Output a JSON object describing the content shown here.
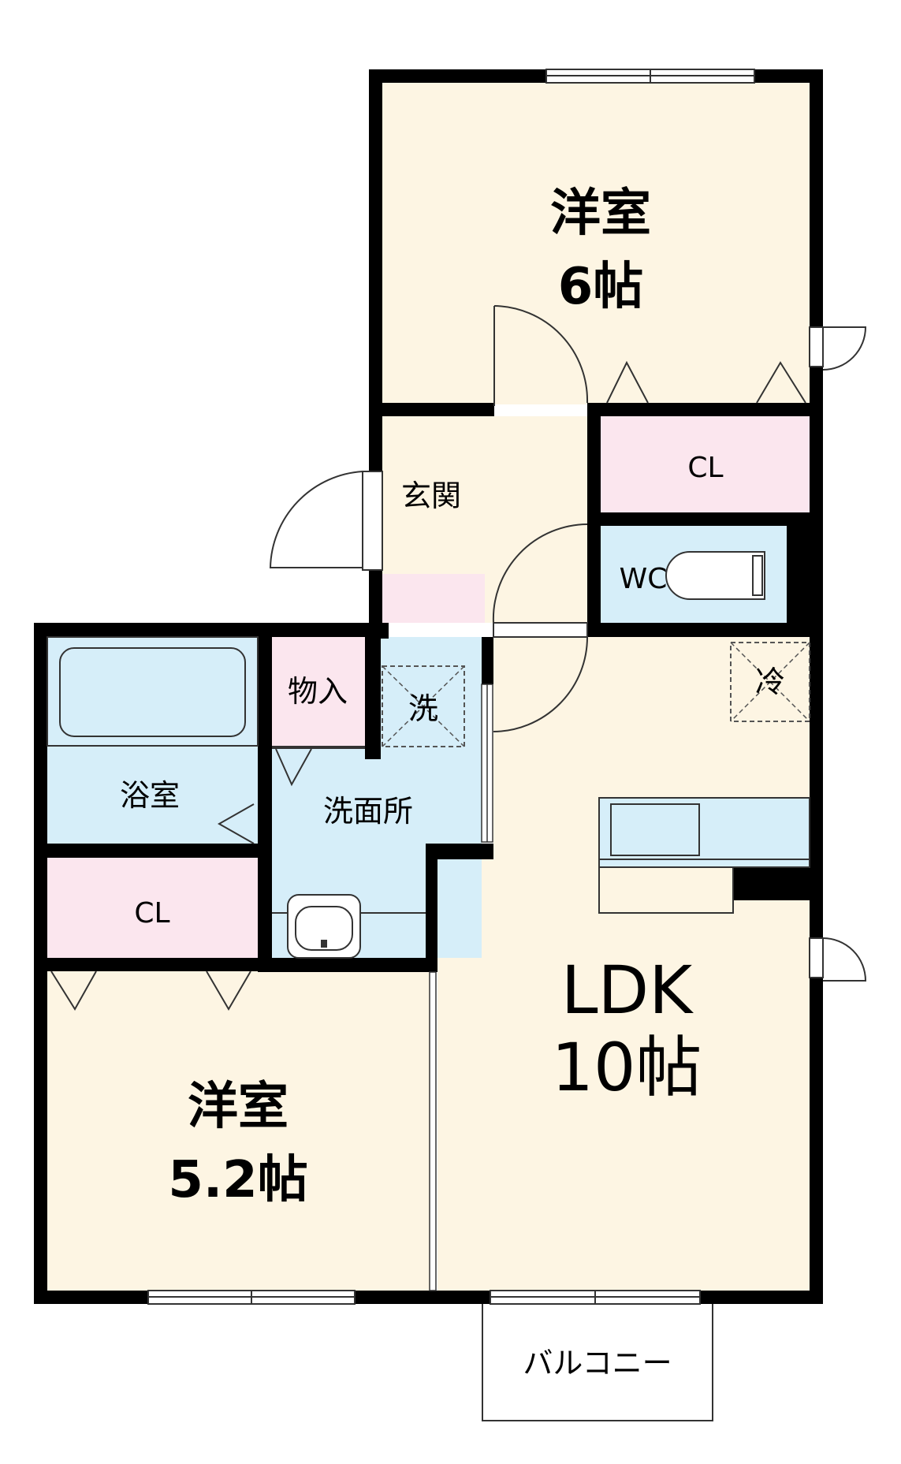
{
  "colors": {
    "living": "#fdf5e3",
    "wet": "#d6eef9",
    "storage": "#fbe6ee",
    "wall": "#000000",
    "outline": "#333333"
  },
  "rooms": {
    "western_upper": {
      "name": "洋室",
      "size": "6帖"
    },
    "closet_upper": {
      "name": "CL"
    },
    "entrance": {
      "name": "玄関"
    },
    "toilet": {
      "name": "WC"
    },
    "storage": {
      "name": "物入"
    },
    "washer": {
      "name": "洗"
    },
    "fridge": {
      "name": "冷"
    },
    "bath": {
      "name": "浴室"
    },
    "washroom": {
      "name": "洗面所"
    },
    "closet_lower": {
      "name": "CL"
    },
    "western_lower": {
      "name": "洋室",
      "size": "5.2帖"
    },
    "ldk": {
      "name": "LDK",
      "size": "10帖"
    },
    "balcony": {
      "name": "バルコニー"
    }
  }
}
